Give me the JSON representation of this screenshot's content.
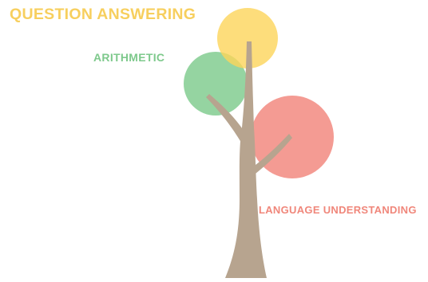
{
  "diagram": {
    "labels": {
      "question_answering": "QUESTION ANSWERING",
      "arithmetic": "ARITHMETIC",
      "language_understanding": "LANGUAGE UNDERSTANDING"
    },
    "colors": {
      "question_answering": "#f7cf5e",
      "arithmetic": "#7ec98c",
      "language_understanding": "#f0877b",
      "question_answering_circle": "#fcd55a",
      "arithmetic_circle": "#82cc90",
      "language_understanding_circle": "#f28a80",
      "trunk": "#b7a48f",
      "background": "#ffffff"
    }
  }
}
